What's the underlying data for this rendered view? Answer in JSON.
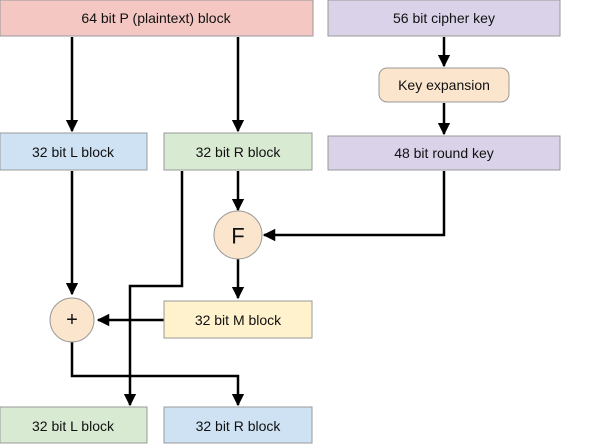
{
  "boxes": {
    "plaintext_block": {
      "label": "64 bit P (plaintext) block",
      "color": "#f4c7c3"
    },
    "cipher_key": {
      "label": "56 bit cipher key",
      "color": "#d9d2e9"
    },
    "key_expansion": {
      "label": "Key expansion",
      "color": "#fce5cd"
    },
    "l_block_top": {
      "label": "32 bit L block",
      "color": "#cfe2f3"
    },
    "r_block_top": {
      "label": "32 bit R block",
      "color": "#d9ead3"
    },
    "round_key": {
      "label": "48 bit round key",
      "color": "#d9d2e9"
    },
    "m_block": {
      "label": "32 bit M block",
      "color": "#fff2cc"
    },
    "l_block_bottom": {
      "label": "32 bit L block",
      "color": "#d9ead3"
    },
    "r_block_bottom": {
      "label": "32 bit R block",
      "color": "#cfe2f3"
    }
  },
  "nodes": {
    "f_function": {
      "label": "F",
      "color": "#fce5cd"
    },
    "xor": {
      "label": "+",
      "color": "#fce5cd"
    }
  },
  "colors": {
    "border": "#999999",
    "edge": "#000000"
  }
}
